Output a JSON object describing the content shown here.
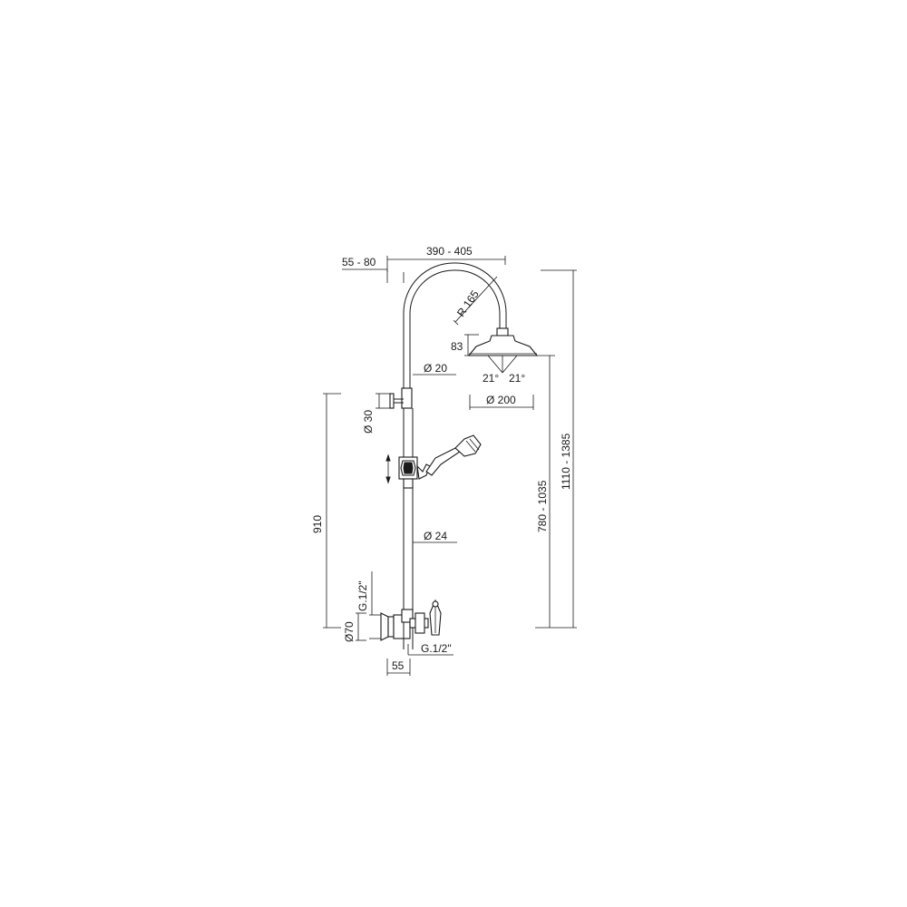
{
  "dimensions": {
    "top_width": "390  - 405",
    "top_offset": "55 - 80",
    "radius": "R 165",
    "head_height": "83",
    "angle_left": "21°",
    "angle_right": "21°",
    "head_diameter": "Ø 200",
    "upper_pipe": "Ø 20",
    "bracket": "Ø 30",
    "lower_pipe": "Ø 24",
    "total_height_left": "910",
    "inlet_left": "G.1/2\"",
    "flange": "Ø70",
    "inlet_bottom": "G.1/2\"",
    "depth": "55",
    "height_range_1": "780 - 1035",
    "height_range_2": "1110 - 1385"
  }
}
